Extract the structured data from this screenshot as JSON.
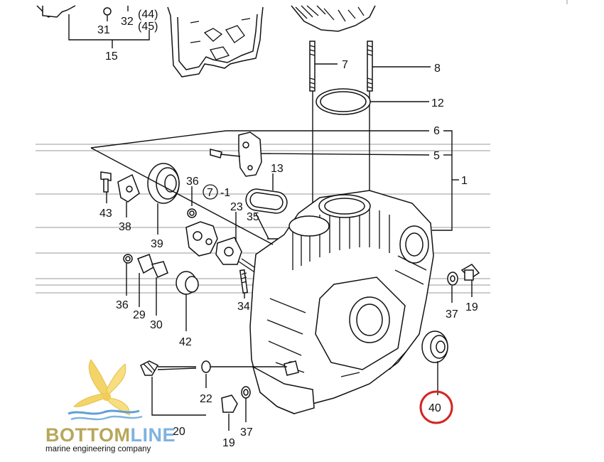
{
  "callouts": [
    {
      "id": "p31",
      "text": "31"
    },
    {
      "id": "p32",
      "text": "32"
    },
    {
      "id": "p44",
      "text": "(44)"
    },
    {
      "id": "p45",
      "text": "(45)"
    },
    {
      "id": "p15",
      "text": "15"
    },
    {
      "id": "p7",
      "text": "7"
    },
    {
      "id": "p8",
      "text": "8"
    },
    {
      "id": "p12",
      "text": "12"
    },
    {
      "id": "p6",
      "text": "6"
    },
    {
      "id": "p5",
      "text": "5"
    },
    {
      "id": "p1",
      "text": "1"
    },
    {
      "id": "p13",
      "text": "13"
    },
    {
      "id": "p43",
      "text": "43"
    },
    {
      "id": "p38",
      "text": "38"
    },
    {
      "id": "p39",
      "text": "39"
    },
    {
      "id": "p36a",
      "text": "36"
    },
    {
      "id": "p7sub",
      "text": "7"
    },
    {
      "id": "p7sub1",
      "text": "-1"
    },
    {
      "id": "p23",
      "text": "23"
    },
    {
      "id": "p35",
      "text": "35"
    },
    {
      "id": "p36b",
      "text": "36"
    },
    {
      "id": "p29",
      "text": "29"
    },
    {
      "id": "p30",
      "text": "30"
    },
    {
      "id": "p42",
      "text": "42"
    },
    {
      "id": "p34",
      "text": "34"
    },
    {
      "id": "p37a",
      "text": "37"
    },
    {
      "id": "p19a",
      "text": "19"
    },
    {
      "id": "p22",
      "text": "22"
    },
    {
      "id": "p20",
      "text": "20"
    },
    {
      "id": "p19b",
      "text": "19"
    },
    {
      "id": "p37b",
      "text": "37"
    },
    {
      "id": "p40",
      "text": "40"
    }
  ],
  "highlight": {
    "part": "40",
    "color": "#d42424"
  },
  "logo": {
    "brand_part1": "BOTTOM",
    "brand_part2": "LINE",
    "tagline": "marine engineering company",
    "colors": {
      "propeller": "#f3d468",
      "waves": "#5fa0d8",
      "part1": "#b8a75a",
      "part2": "#7fb3de",
      "tagline": "#8a8a8a"
    }
  }
}
